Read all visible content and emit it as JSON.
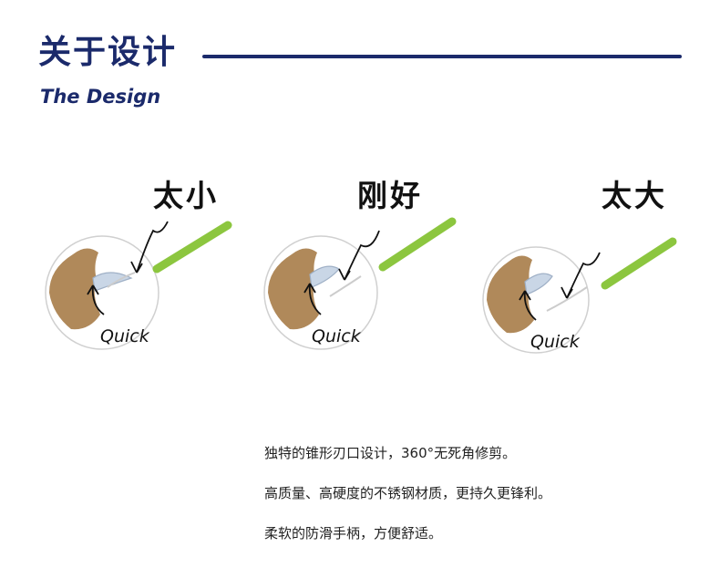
{
  "header": {
    "title_cn": "关于设计",
    "title_en": "The Design"
  },
  "panels": [
    {
      "label": "太小",
      "annotation": "Quick"
    },
    {
      "label": "刚好",
      "annotation": "Quick"
    },
    {
      "label": "太大",
      "annotation": "Quick"
    }
  ],
  "description": [
    "独特的锥形刃口设计，360°无死角修剪。",
    "高质量、高硬度的不锈钢材质，更持久更锋利。",
    "柔软的防滑手柄，方便舒适。"
  ],
  "colors": {
    "brand_navy": "#1b2a6b",
    "handle_green": "#8cc63f",
    "fur_brown": "#b0895a",
    "nail_blue": "#c9d6e6"
  }
}
